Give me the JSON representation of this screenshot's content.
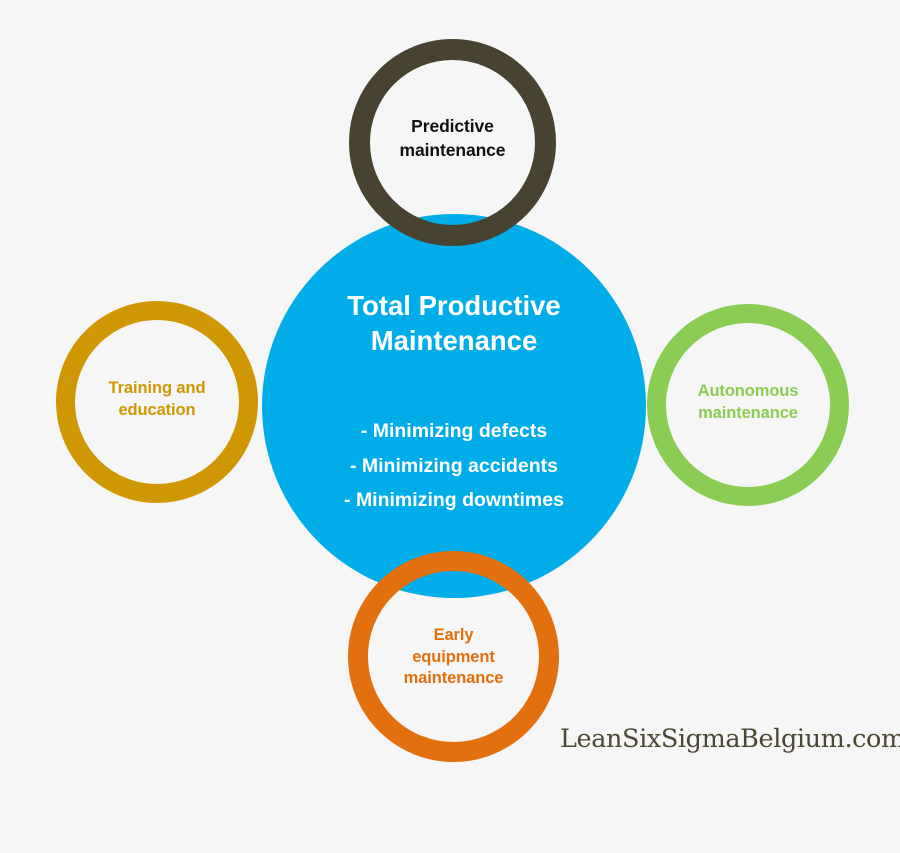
{
  "diagram": {
    "title": "Total Productive Maintenance pillars diagram",
    "background_color": "#f6f6f6",
    "core": {
      "heading": "Total Productive\nMaintenance",
      "heading_color": "#ffffff",
      "fill_color": "#00ade8",
      "bullets": [
        "- Minimizing defects",
        "- Minimizing accidents",
        "- Minimizing downtimes"
      ]
    },
    "satellites": [
      {
        "id": "predictive",
        "label": "Predictive\nmaintenance",
        "position": "top",
        "ring_color": "#474330",
        "text_color": "#12100c"
      },
      {
        "id": "training",
        "label": "Training and\neducation",
        "position": "left",
        "ring_color": "#cf9703",
        "text_color": "#cf9703"
      },
      {
        "id": "autonomous",
        "label": "Autonomous\nmaintenance",
        "position": "right",
        "ring_color": "#8bcc54",
        "text_color": "#8bcc54"
      },
      {
        "id": "early-equipment",
        "label": "Early\nequipment\nmaintenance",
        "position": "bottom",
        "ring_color": "#e2700e",
        "text_color": "#e2700e"
      }
    ],
    "watermark": {
      "text": "LeanSixSigmaBelgium.com",
      "color": "#4c4733"
    }
  }
}
